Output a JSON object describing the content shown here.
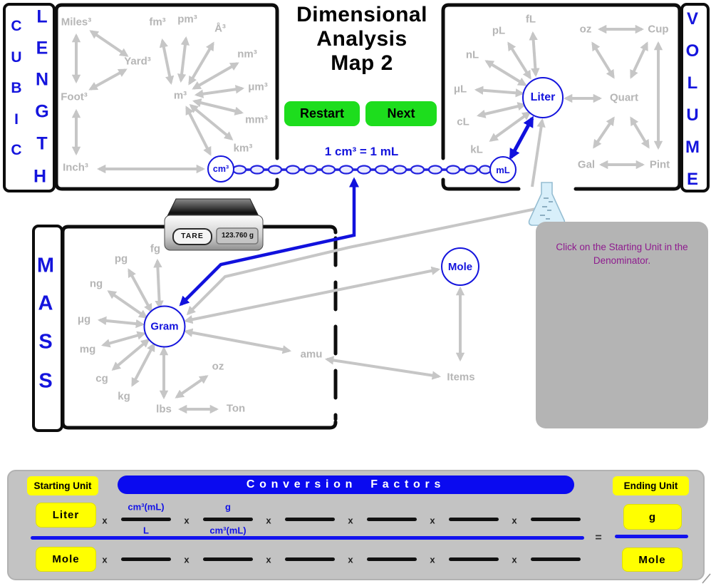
{
  "title": {
    "lines": [
      "Dimensional",
      "Analysis",
      "Map 2"
    ]
  },
  "buttons": {
    "restart": "Restart",
    "next": "Next"
  },
  "equivalence_label": "1 cm³ = 1 mL",
  "length_panel": {
    "cube_letters": [
      "C",
      "U",
      "B",
      "I",
      "C"
    ],
    "side_letters": [
      "L",
      "E",
      "N",
      "G",
      "T",
      "H"
    ],
    "units": {
      "miles3": "Miles³",
      "yard3": "Yard³",
      "foot3": "Foot³",
      "inch3": "Inch³",
      "fm3": "fm³",
      "pm3": "pm³",
      "a3": "Å³",
      "nm3": "nm³",
      "um3": "μm³",
      "m3": "m³",
      "mm3": "mm³",
      "km3": "km³",
      "cm3": "cm³"
    }
  },
  "volume_panel": {
    "side_letters": [
      "V",
      "O",
      "L",
      "U",
      "M",
      "E"
    ],
    "units": {
      "fl": "fL",
      "pl": "pL",
      "nl": "nL",
      "ul": "μL",
      "cl": "cL",
      "kl": "kL",
      "liter": "Liter",
      "ml": "mL",
      "oz": "oz",
      "cup": "Cup",
      "quart": "Quart",
      "gal": "Gal",
      "pint": "Pint"
    }
  },
  "mass_panel": {
    "side_letters": [
      "M",
      "A",
      "S",
      "S"
    ],
    "units": {
      "fg": "fg",
      "pg": "pg",
      "ng": "ng",
      "ug": "μg",
      "mg": "mg",
      "cg": "cg",
      "kg": "kg",
      "gram": "Gram",
      "lbs": "lbs",
      "ton": "Ton",
      "oz": "oz",
      "amu": "amu",
      "mole": "Mole",
      "items": "Items"
    }
  },
  "scale": {
    "tare_label": "TARE",
    "display": "123.760 g"
  },
  "instruction": {
    "text": "Click on the Starting Unit in the Denominator."
  },
  "conversion_panel": {
    "starting_unit_label": "Starting Unit",
    "banner": "Conversion Factors",
    "ending_unit_label": "Ending Unit",
    "starting_numerator": "Liter",
    "starting_denominator": "Mole",
    "ending_numerator": "g",
    "ending_denominator": "Mole",
    "multiply_sign": "x",
    "equals_sign": "=",
    "factors": [
      {
        "numerator": "cm³(mL)",
        "denominator": "L"
      },
      {
        "numerator": "g",
        "denominator": "cm³(mL)"
      },
      {
        "numerator": "",
        "denominator": ""
      },
      {
        "numerator": "",
        "denominator": ""
      },
      {
        "numerator": "",
        "denominator": ""
      },
      {
        "numerator": "",
        "denominator": ""
      }
    ]
  },
  "colors": {
    "accent_blue": "#1414dd",
    "gray_label": "#b6b6b6",
    "green_button": "#1ddd1d",
    "yellow": "#ffff00",
    "banner_blue": "#0a0af0",
    "instruction_purple": "#8e1b8e",
    "panel_gray": "#c3c3c3",
    "cube_orange": "#f09a6e"
  }
}
